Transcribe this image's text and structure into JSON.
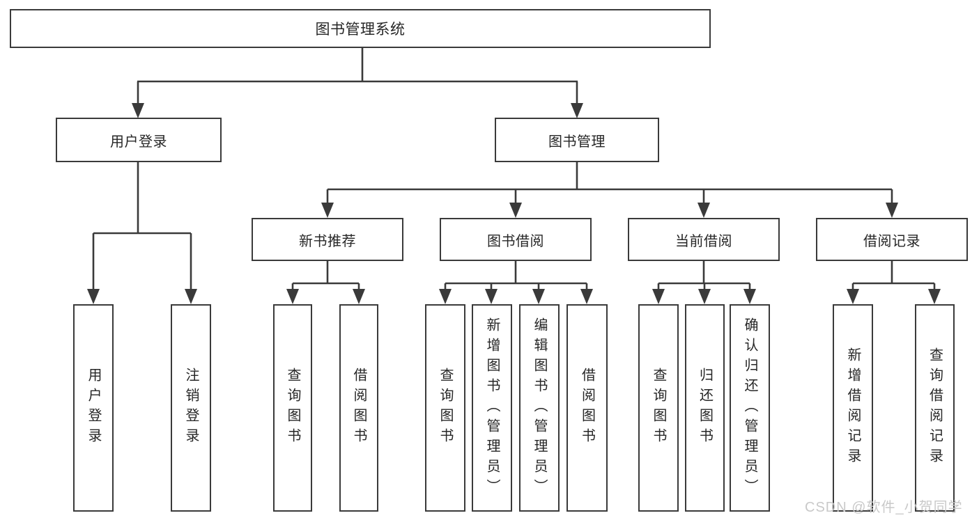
{
  "diagram": {
    "root": {
      "label": "图书管理系统"
    },
    "branches": [
      {
        "label": "用户登录",
        "children": [
          {
            "label": "用户登录"
          },
          {
            "label": "注销登录"
          }
        ]
      },
      {
        "label": "图书管理",
        "children": [
          {
            "label": "新书推荐",
            "children": [
              {
                "label": "查询图书"
              },
              {
                "label": "借阅图书"
              }
            ]
          },
          {
            "label": "图书借阅",
            "children": [
              {
                "label": "查询图书"
              },
              {
                "label": "新增图书（管理员）"
              },
              {
                "label": "编辑图书（管理员）"
              },
              {
                "label": "借阅图书"
              }
            ]
          },
          {
            "label": "当前借阅",
            "children": [
              {
                "label": "查询图书"
              },
              {
                "label": "归还图书"
              },
              {
                "label": "确认归还（管理员）"
              }
            ]
          },
          {
            "label": "借阅记录",
            "children": [
              {
                "label": "新增借阅记录"
              },
              {
                "label": "查询借阅记录"
              }
            ]
          }
        ]
      }
    ]
  },
  "watermark": {
    "text": "CSDN @软件_小贺同学",
    "color": "#c9c9c9"
  },
  "theme": {
    "line_color": "#3a3a3a",
    "text_color": "#262626",
    "background": "#ffffff"
  }
}
